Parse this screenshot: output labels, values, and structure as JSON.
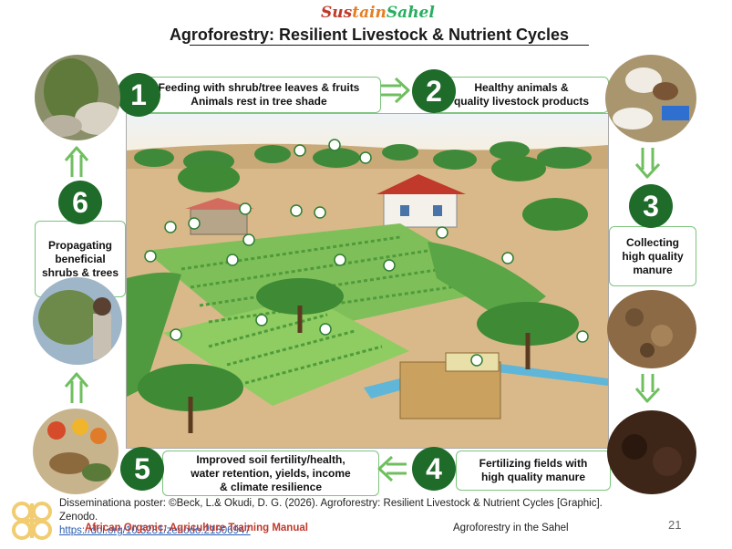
{
  "header": {
    "logo_parts": [
      "Sus",
      "tain",
      "Sahel"
    ],
    "title": "Agroforestry: Resilient Livestock & Nutrient Cycles"
  },
  "steps": [
    {
      "num": "1",
      "line1": "Feeding with shrub/tree leaves & fruits",
      "line2": "Animals rest in tree shade"
    },
    {
      "num": "2",
      "line1": "Healthy animals &",
      "line2": "quality livestock products"
    },
    {
      "num": "3",
      "line1": "Collecting",
      "line2": "high quality",
      "line3": "manure"
    },
    {
      "num": "4",
      "line1": "Fertilizing fields with",
      "line2": "high quality manure"
    },
    {
      "num": "5",
      "line1": "Improved soil fertility/health,",
      "line2": "water retention, yields, income",
      "line3": "& climate resilience"
    },
    {
      "num": "6",
      "line1": "Propagating",
      "line2": "beneficial",
      "line3": "shrubs & trees"
    }
  ],
  "footer": {
    "citation": "Disseminationa poster: ©Beck, L.& Okudi, D. G. (2026). Agroforestry: Resilient Livestock & Nutrient Cycles [Graphic]. Zenodo.",
    "doi": "https://doi.org/10.5281/zenodo.21506947",
    "manual": "African Organic: Agriculture Training Manual",
    "section": "Agroforestry in the Sahel",
    "page": "21"
  },
  "colors": {
    "accent_green": "#1e6b2a",
    "box_border": "#7cc47c",
    "arrow_green": "#6fbf5f",
    "manual_red": "#c0392b",
    "link_blue": "#2a5db0"
  }
}
